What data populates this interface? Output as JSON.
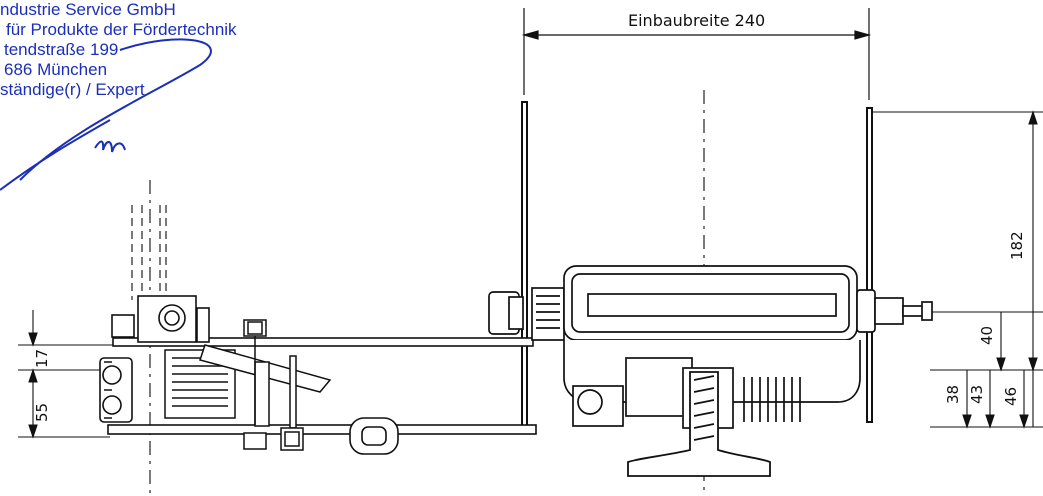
{
  "stamp": {
    "line1": "ndustrie Service GmbH",
    "line2": "für Produkte der Fördertechnik",
    "line3": "tendstraße 199",
    "line4": "686 München",
    "line5": "ständige(r) / Expert",
    "ink_color": "#1b2fb8"
  },
  "dimensions": {
    "width_label": "Einbaubreite 240",
    "height_182": "182",
    "height_40": "40",
    "height_38": "38",
    "height_43": "43",
    "height_46": "46",
    "left_17": "17",
    "left_55": "55"
  }
}
